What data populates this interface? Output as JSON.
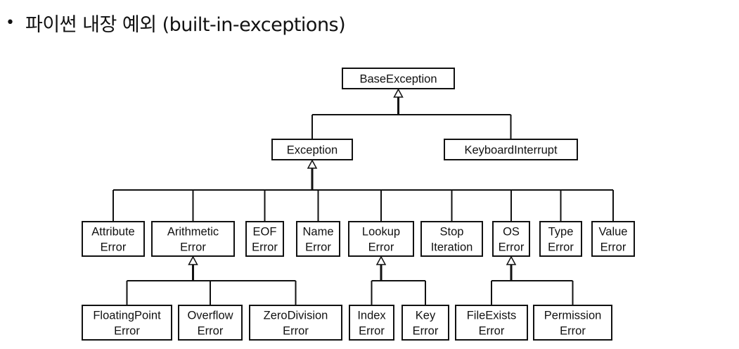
{
  "header": {
    "bullet": "•",
    "title": "파이썬 내장 예외 (built-in-exceptions)"
  },
  "diagram": {
    "nodes": [
      {
        "id": "base",
        "lines": [
          "BaseException"
        ]
      },
      {
        "id": "exception",
        "lines": [
          "Exception"
        ]
      },
      {
        "id": "keyboard",
        "lines": [
          "KeyboardInterrupt"
        ]
      },
      {
        "id": "attribute",
        "lines": [
          "Attribute",
          "Error"
        ]
      },
      {
        "id": "arithmetic",
        "lines": [
          "Arithmetic",
          "Error"
        ]
      },
      {
        "id": "eof",
        "lines": [
          "EOF",
          "Error"
        ]
      },
      {
        "id": "name",
        "lines": [
          "Name",
          "Error"
        ]
      },
      {
        "id": "lookup",
        "lines": [
          "Lookup",
          "Error"
        ]
      },
      {
        "id": "stop",
        "lines": [
          "Stop",
          "Iteration"
        ]
      },
      {
        "id": "os",
        "lines": [
          "OS",
          "Error"
        ]
      },
      {
        "id": "type",
        "lines": [
          "Type",
          "Error"
        ]
      },
      {
        "id": "value",
        "lines": [
          "Value",
          "Error"
        ]
      },
      {
        "id": "floating",
        "lines": [
          "FloatingPoint",
          "Error"
        ]
      },
      {
        "id": "overflow",
        "lines": [
          "Overflow",
          "Error"
        ]
      },
      {
        "id": "zerodiv",
        "lines": [
          "ZeroDivision",
          "Error"
        ]
      },
      {
        "id": "index",
        "lines": [
          "Index",
          "Error"
        ]
      },
      {
        "id": "key",
        "lines": [
          "Key",
          "Error"
        ]
      },
      {
        "id": "fileexists",
        "lines": [
          "FileExists",
          "Error"
        ]
      },
      {
        "id": "permission",
        "lines": [
          "Permission",
          "Error"
        ]
      }
    ],
    "edges": [
      {
        "parent": "base",
        "children": [
          "exception",
          "keyboard"
        ]
      },
      {
        "parent": "exception",
        "children": [
          "attribute",
          "arithmetic",
          "eof",
          "name",
          "lookup",
          "stop",
          "os",
          "type",
          "value"
        ]
      },
      {
        "parent": "arithmetic",
        "children": [
          "floating",
          "overflow",
          "zerodiv"
        ]
      },
      {
        "parent": "lookup",
        "children": [
          "index",
          "key"
        ]
      },
      {
        "parent": "os",
        "children": [
          "fileexists",
          "permission"
        ]
      }
    ]
  }
}
